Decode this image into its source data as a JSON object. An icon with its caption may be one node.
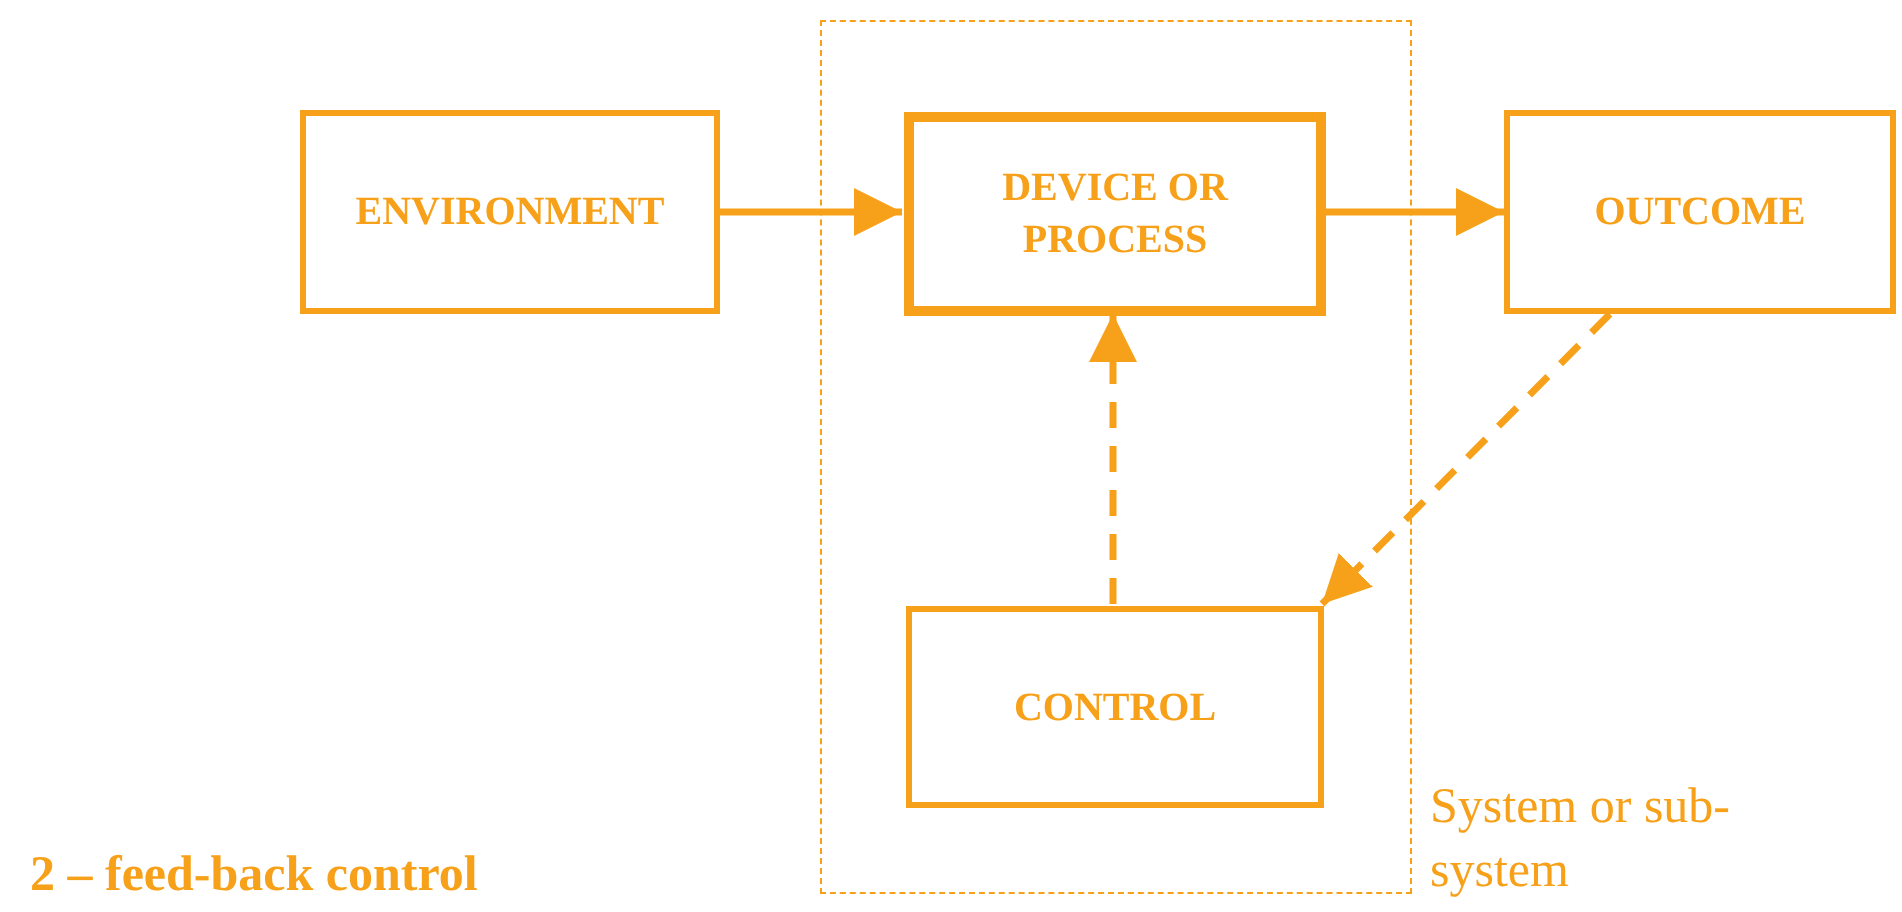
{
  "diagram": {
    "caption": "2 – feed-back control",
    "nodes": [
      {
        "text": [
          "System or sub-system"
        ]
      },
      {
        "text": [
          "ENVIRONMENT"
        ]
      },
      {
        "text": [
          "DEVICE OR PROCESS"
        ],
        "in": 0
      },
      {
        "text": [
          "OUTCOME"
        ]
      },
      {
        "text": [
          "CONTROL"
        ],
        "in": 0
      }
    ],
    "edges": [
      {
        "from": 1,
        "to": 2,
        "arrow": "to"
      },
      {
        "from": 2,
        "to": 3,
        "arrow": "to"
      },
      {
        "from": 4,
        "to": 2,
        "arrow": "to",
        "style": "dashed"
      },
      {
        "from": 3,
        "to": 4,
        "arrow": "to",
        "style": "dashed"
      }
    ]
  }
}
